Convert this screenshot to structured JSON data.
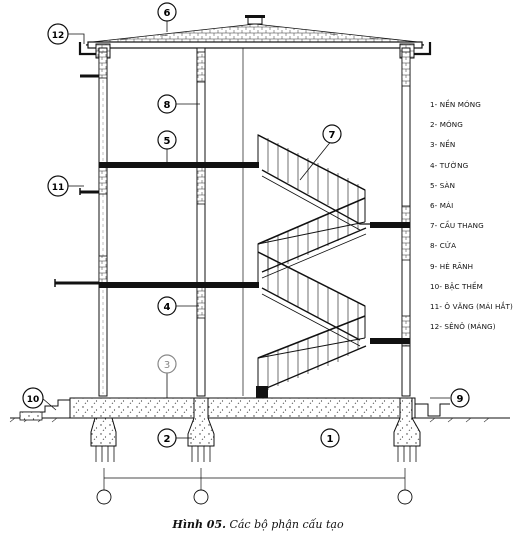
{
  "callouts": [
    {
      "n": "1"
    },
    {
      "n": "2"
    },
    {
      "n": "3"
    },
    {
      "n": "4"
    },
    {
      "n": "5"
    },
    {
      "n": "6"
    },
    {
      "n": "7"
    },
    {
      "n": "8"
    },
    {
      "n": "9"
    },
    {
      "n": "10"
    },
    {
      "n": "11"
    },
    {
      "n": "12"
    }
  ],
  "legend": [
    "1- NỀN MÓNG",
    "2- MÓNG",
    "3- NỀN",
    "4- TƯỜNG",
    "5- SÀN",
    "6- MÁI",
    "7- CẦU THANG",
    "8- CỬA",
    "9- HÈ RÃNH",
    "10- BẬC THỀM",
    "11- Ô VĂNG (MÁI HẮT)",
    "12- SÊNÔ (MÁNG)"
  ],
  "caption": {
    "label": "Hình 05.",
    "text": " Các bộ phận cấu tạo"
  },
  "colors": {
    "line": "#111111",
    "fill": "#111111",
    "paper": "#ffffff",
    "faint": "#888888"
  }
}
